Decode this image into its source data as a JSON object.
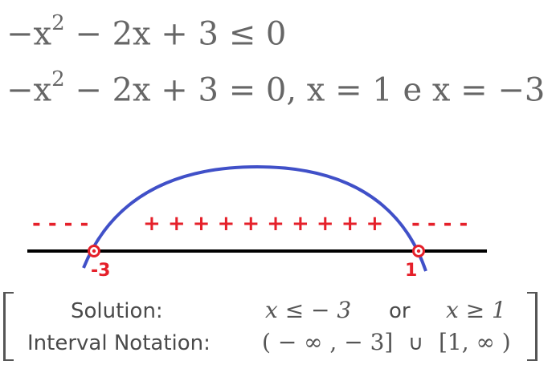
{
  "equations": {
    "line1": {
      "minus_x": "−x",
      "exp": "2",
      "rest": " − 2x + 3  ≤ 0"
    },
    "line2": {
      "minus_x": "−x",
      "exp": "2",
      "rest": " − 2x + 3  =  0, x  =  1 e x  =  −3"
    }
  },
  "number_line": {
    "left_signs": "- - - -",
    "middle_signs": "+ + + + + + + + + +",
    "right_signs": "- - - -",
    "root_left_label": "-3",
    "root_right_label": "1",
    "sign_color": "#e5202a",
    "curve_color": "#4050c8",
    "axis_color": "#000000"
  },
  "solution": {
    "solution_label": "Solution:",
    "interval_label": "Interval Notation:",
    "solution_part1": "x ≤  − 3",
    "or_word": "or",
    "solution_part2": "x ≥ 1",
    "interval_part1": "( − ∞ ,  − 3]",
    "union": "∪",
    "interval_part2": "[1, ∞ )"
  }
}
